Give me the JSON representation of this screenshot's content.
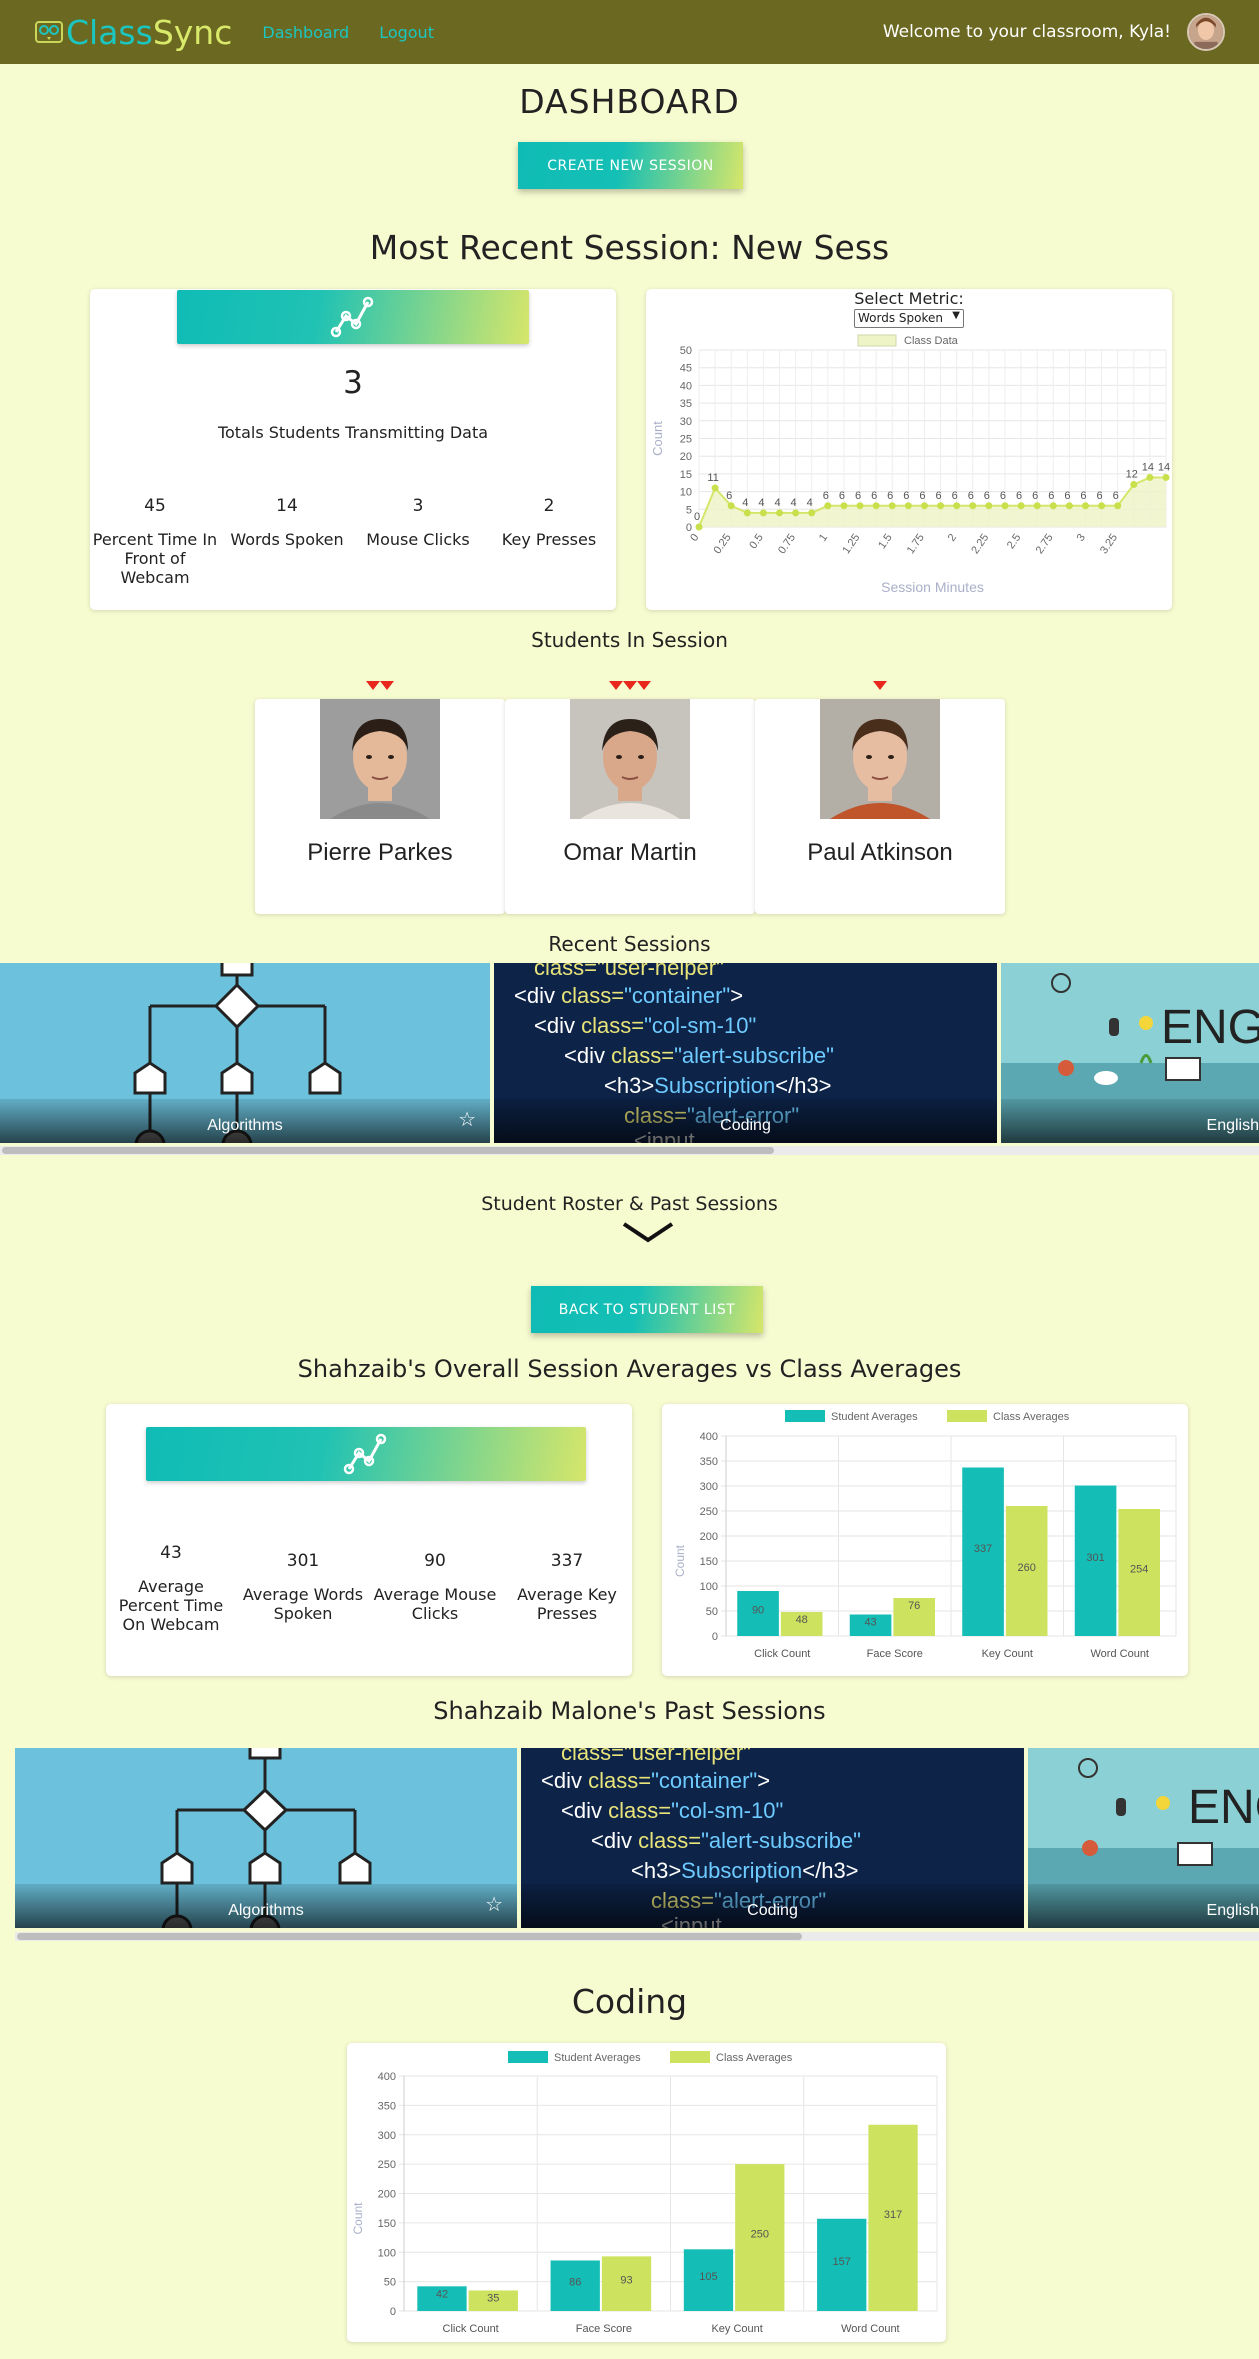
{
  "nav": {
    "logo_class": "Class",
    "logo_sync": "Sync",
    "dashboard_link": "Dashboard",
    "logout_link": "Logout",
    "welcome": "Welcome to your classroom, Kyla!"
  },
  "dashboard": {
    "title": "DASHBOARD",
    "create_button": "CREATE NEW SESSION"
  },
  "recent_session": {
    "heading": "Most Recent Session: New Sess",
    "total_students": "3",
    "total_students_label": "Totals Students Transmitting Data",
    "stats": [
      {
        "value": "45",
        "label": "Percent Time In Front of Webcam"
      },
      {
        "value": "14",
        "label": "Words Spoken"
      },
      {
        "value": "3",
        "label": "Mouse Clicks"
      },
      {
        "value": "2",
        "label": "Key Presses"
      }
    ],
    "select_metric_label": "Select Metric:",
    "select_metric_value": "Words Spoken"
  },
  "students_section": {
    "heading": "Students In Session",
    "students": [
      {
        "name": "Pierre Parkes",
        "alerts": 2
      },
      {
        "name": "Omar Martin",
        "alerts": 3
      },
      {
        "name": "Paul Atkinson",
        "alerts": 1
      }
    ]
  },
  "recent_sessions": {
    "heading": "Recent Sessions",
    "tiles": [
      "Algorithms",
      "Coding",
      "English"
    ]
  },
  "roster": {
    "heading": "Student Roster & Past Sessions",
    "back_button": "BACK TO STUDENT LIST"
  },
  "student_averages": {
    "heading": "Shahzaib's Overall Session Averages vs Class Averages",
    "stats": [
      {
        "value": "43",
        "label": "Average Percent Time On Webcam"
      },
      {
        "value": "301",
        "label": "Average Words Spoken"
      },
      {
        "value": "90",
        "label": "Average Mouse Clicks"
      },
      {
        "value": "337",
        "label": "Average Key Presses"
      }
    ]
  },
  "past_sessions": {
    "heading": "Shahzaib Malone's Past Sessions",
    "tiles": [
      "Algorithms",
      "Coding",
      "English"
    ]
  },
  "coding_section": {
    "heading": "Coding"
  },
  "colors": {
    "teal": "#14bdb5",
    "lime": "#cde35f",
    "navbar": "#6b6821",
    "background": "#f7fbd0",
    "alert": "#e8281c"
  },
  "chart_data": [
    {
      "type": "line",
      "series": [
        {
          "name": "Class Data",
          "values": [
            0,
            11,
            6,
            4,
            4,
            4,
            4,
            4,
            6,
            6,
            6,
            6,
            6,
            6,
            6,
            6,
            6,
            6,
            6,
            6,
            6,
            6,
            6,
            6,
            6,
            6,
            6,
            12,
            14,
            14
          ]
        }
      ],
      "x": [
        0,
        0.125,
        0.25,
        0.375,
        0.5,
        0.625,
        0.75,
        0.875,
        1,
        1.125,
        1.25,
        1.375,
        1.5,
        1.625,
        1.75,
        1.875,
        2,
        2.125,
        2.25,
        2.375,
        2.5,
        2.625,
        2.75,
        2.875,
        3,
        3.125,
        3.25,
        3.375,
        3.5,
        3.625
      ],
      "x_tick_labels": [
        "0",
        "0.25",
        "0.5",
        "0.75",
        "1",
        "1.25",
        "1.5",
        "1.75",
        "2",
        "2.25",
        "2.5",
        "2.75",
        "3",
        "3.25"
      ],
      "xlabel": "Session Minutes",
      "ylabel": "Count",
      "ylim": [
        0,
        50
      ],
      "y_ticks": [
        0,
        5,
        10,
        15,
        20,
        25,
        30,
        35,
        40,
        45,
        50
      ],
      "legend": "top",
      "grid": true
    },
    {
      "type": "bar",
      "categories": [
        "Click Count",
        "Face Score",
        "Key Count",
        "Word Count"
      ],
      "series": [
        {
          "name": "Student Averages",
          "values": [
            90,
            43,
            337,
            301
          ]
        },
        {
          "name": "Class Averages",
          "values": [
            48,
            76,
            260,
            254
          ]
        }
      ],
      "xlabel": "",
      "ylabel": "Count",
      "ylim": [
        0,
        400
      ],
      "y_ticks": [
        0,
        50,
        100,
        150,
        200,
        250,
        300,
        350,
        400
      ],
      "legend": "top",
      "grid": true
    },
    {
      "type": "bar",
      "categories": [
        "Click Count",
        "Face Score",
        "Key Count",
        "Word Count"
      ],
      "series": [
        {
          "name": "Student Averages",
          "values": [
            42,
            86,
            105,
            157
          ]
        },
        {
          "name": "Class Averages",
          "values": [
            35,
            93,
            250,
            317
          ]
        }
      ],
      "xlabel": "",
      "ylabel": "Count",
      "ylim": [
        0,
        400
      ],
      "y_ticks": [
        0,
        50,
        100,
        150,
        200,
        250,
        300,
        350,
        400
      ],
      "legend": "top",
      "grid": true
    }
  ]
}
